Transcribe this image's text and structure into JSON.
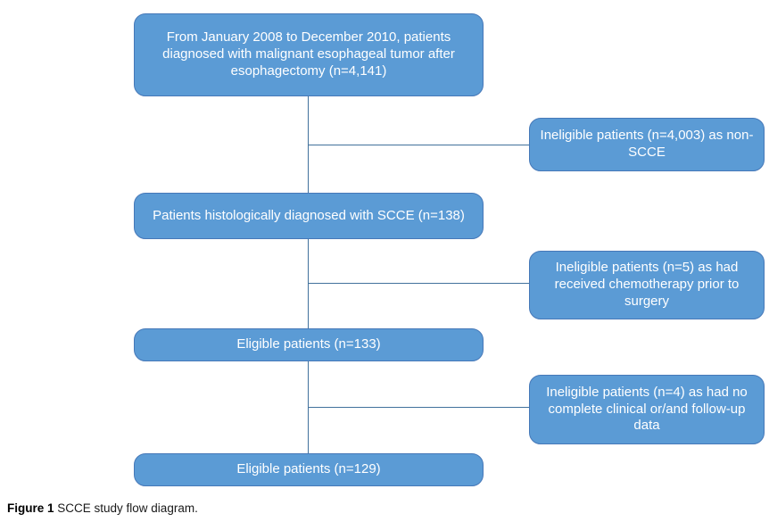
{
  "figure_caption": {
    "label": "Figure 1",
    "text": " SCCE study flow diagram."
  },
  "colors": {
    "box_fill": "#5b9bd5",
    "box_border": "#4678b8",
    "connector_line": "#41719c",
    "box_text": "#ffffff"
  },
  "flowchart": {
    "main_boxes": [
      {
        "text": "From January 2008 to December 2010, patients diagnosed with malignant esophageal tumor after esophagectomy (n=4,141)"
      },
      {
        "text": "Patients histologically diagnosed with SCCE (n=138)"
      },
      {
        "text": "Eligible patients (n=133)"
      },
      {
        "text": "Eligible patients (n=129)"
      }
    ],
    "side_boxes": [
      {
        "text": "Ineligible patients (n=4,003) as non-SCCE"
      },
      {
        "text": "Ineligible patients (n=5) as had received chemotherapy prior to surgery"
      },
      {
        "text": "Ineligible patients (n=4) as had no complete clinical or/and follow-up data"
      }
    ]
  }
}
